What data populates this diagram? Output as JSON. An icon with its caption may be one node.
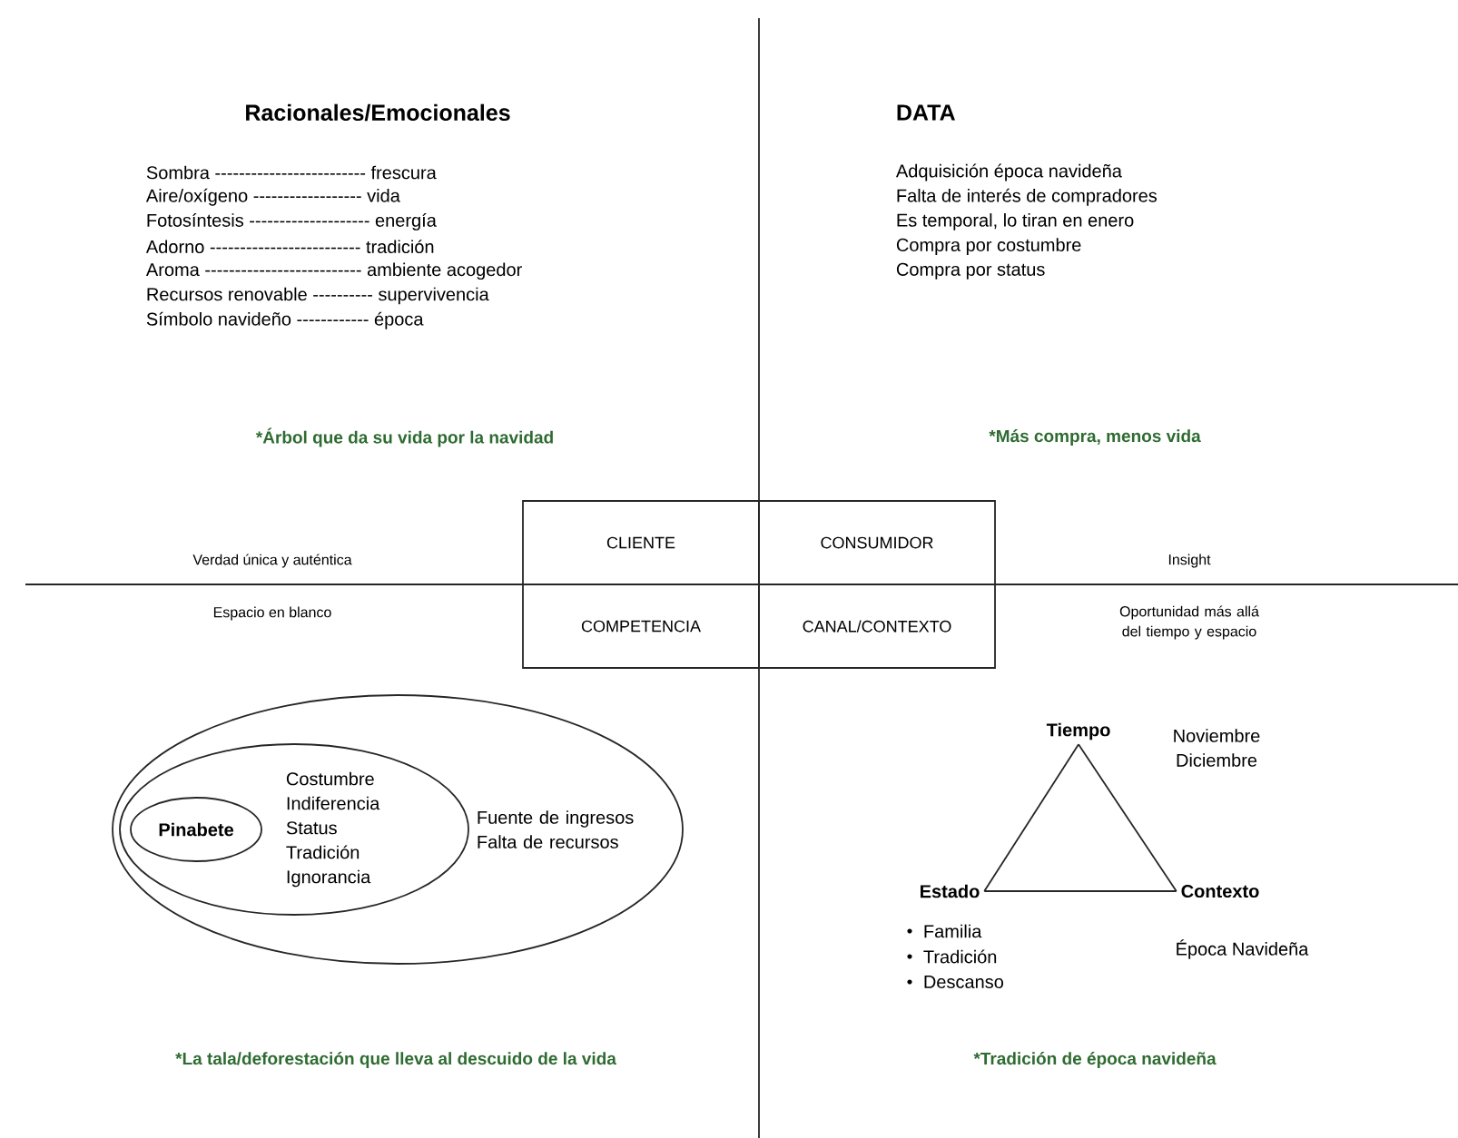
{
  "diagram": {
    "nodes": [
      {
        "text": [
          "CLIENTE"
        ]
      },
      {
        "text": [
          "CONSUMIDOR"
        ]
      },
      {
        "text": [
          "COMPETENCIA"
        ]
      },
      {
        "text": [
          "CANAL/CONTEXTO"
        ]
      },
      {
        "text": [
          "Fuente de ingresos Falta de recursos"
        ]
      },
      {
        "text": [
          "Costumbre Indiferencia Status Tradición Ignorancia"
        ],
        "in": 4
      },
      {
        "text": [
          "Pinabete"
        ],
        "in": 5
      },
      {
        "text": [
          "Tiempo"
        ]
      },
      {
        "text": [
          "Estado"
        ]
      },
      {
        "text": [
          "Contexto"
        ]
      }
    ],
    "edges": [
      {
        "from": 7,
        "to": 8,
        "arrow": "none"
      },
      {
        "from": 7,
        "to": 9,
        "arrow": "none"
      },
      {
        "from": 8,
        "to": 9,
        "arrow": "none"
      }
    ],
    "labels": [
      "Racionales/Emocionales",
      "DATA",
      "Sombra ------------------------- frescura",
      "Aire/oxígeno  ------------------ vida",
      "Fotosíntesis -------------------- energía",
      "Adorno ------------------------- tradición",
      "Aroma -------------------------- ambiente acogedor",
      "Recursos renovable  ---------- supervivencia",
      "Símbolo navideño ------------ época",
      "Adquisición época navideña",
      "Falta de interés de compradores",
      "Es temporal, lo tiran en enero",
      "Compra por costumbre",
      "Compra por status",
      "*Árbol que da su vida por la navidad",
      "*Más compra, menos vida",
      "Verdad única y auténtica",
      "Insight",
      "Espacio en blanco",
      "Oportunidad más allá del tiempo y espacio",
      "Noviembre Diciembre",
      "Familia",
      "Tradición",
      "Descanso",
      "Época Navideña",
      "*La tala/deforestación que lleva al descuido de la vida",
      "*Tradición de época navideña"
    ]
  }
}
